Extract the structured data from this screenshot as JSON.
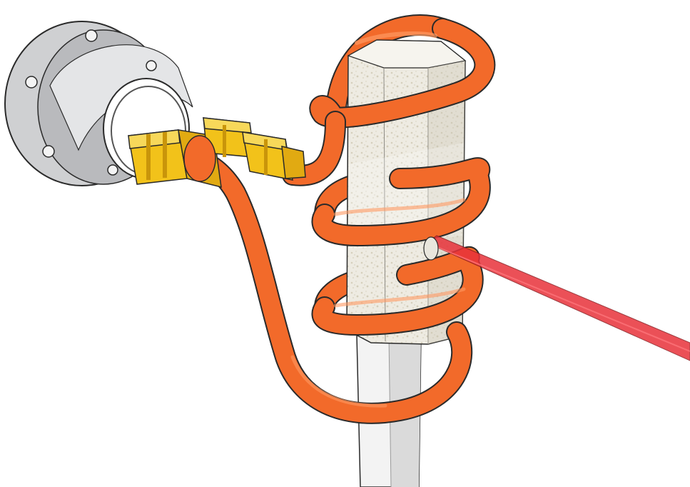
{
  "colors": {
    "background": "#ffffff",
    "flange": "#cfd0d2",
    "flange_shadow": "#9fa1a4",
    "flange_bore": "#ffffff",
    "fitting": "#f2c21a",
    "fitting_shadow": "#c9950a",
    "tube": "#f26a2a",
    "tube_shadow": "#c94c14",
    "rod": "#f2f2f2",
    "rod_shadow": "#cfcfcf",
    "sample": "#ece9df",
    "sample_speckle": "#d8d3c2",
    "laser": "#e8323a",
    "outline": "#2a2a2a"
  },
  "parts": [
    "vacuum-flange",
    "swagelok-fittings",
    "induction-coil",
    "support-rod",
    "sample-block",
    "laser-beam"
  ]
}
